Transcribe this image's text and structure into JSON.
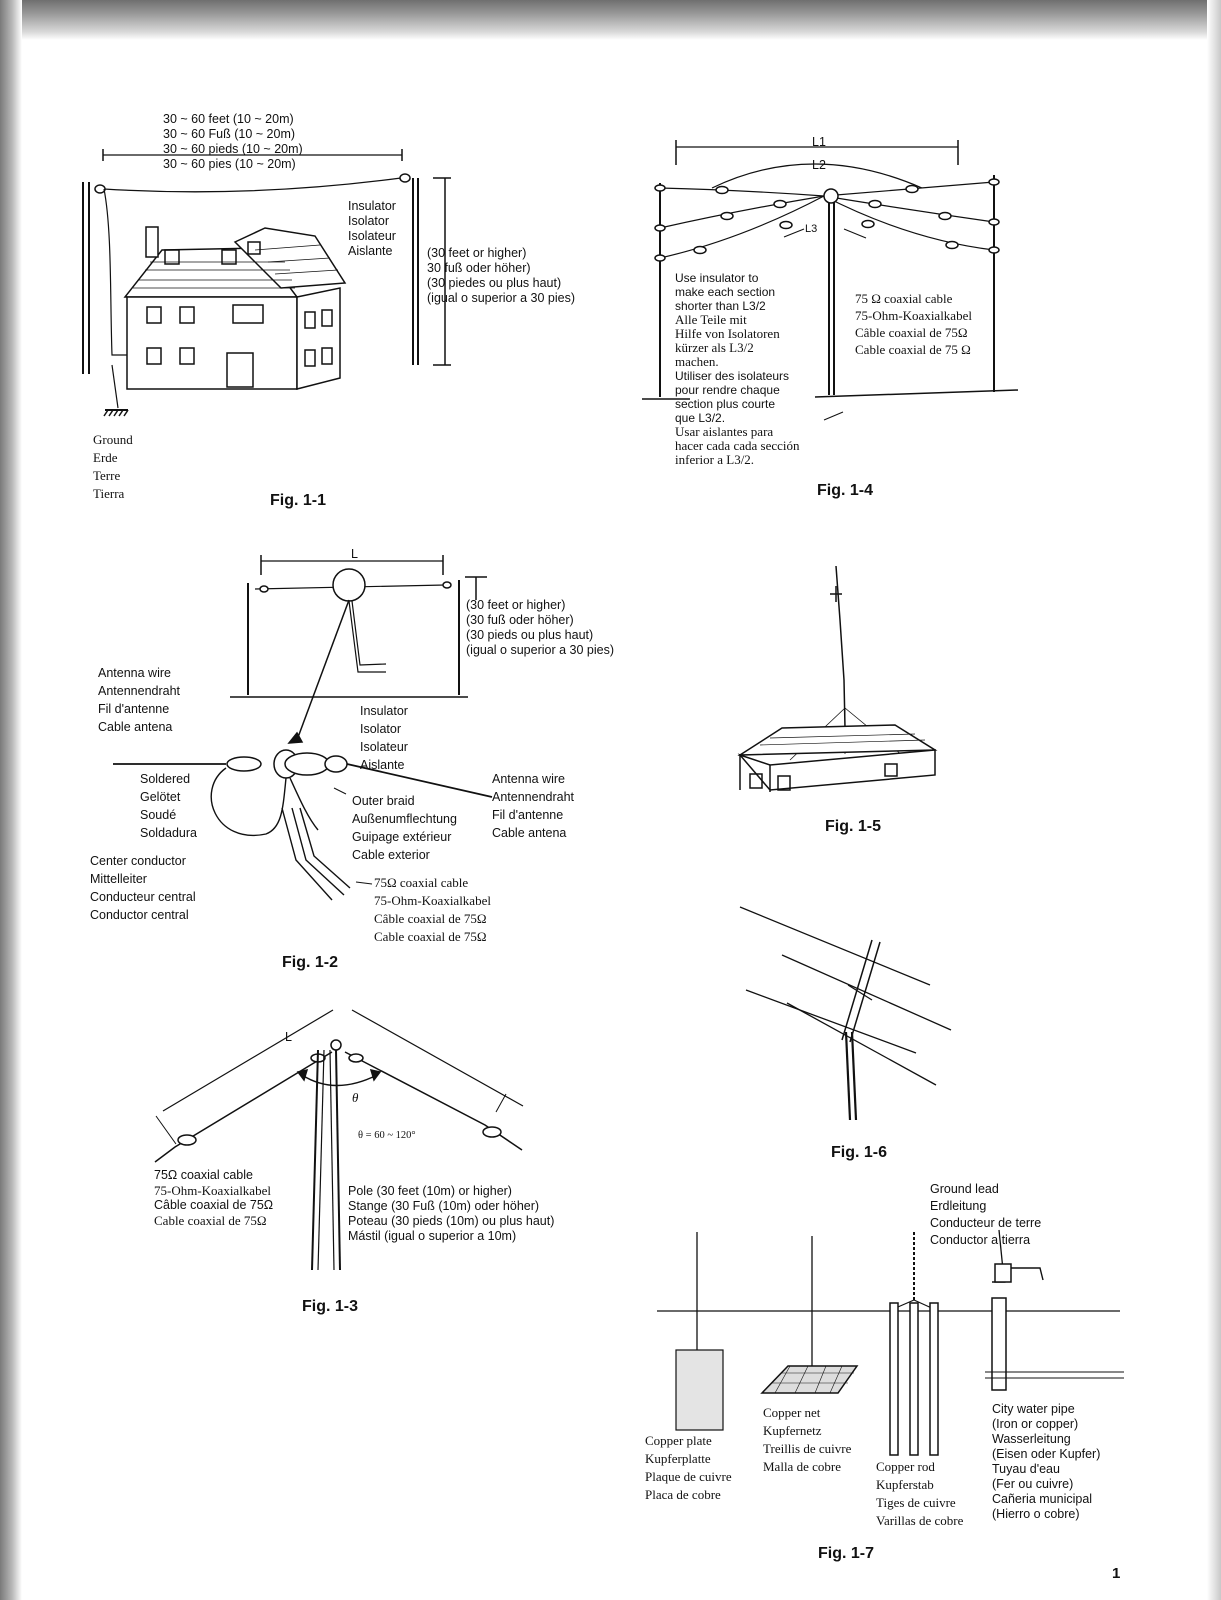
{
  "page_number": "1",
  "fig1_1": {
    "caption": "Fig. 1-1",
    "length": [
      "30 ~ 60 feet (10 ~ 20m)",
      "30 ~ 60 Fuß (10 ~ 20m)",
      "30 ~ 60 pieds (10 ~ 20m)",
      "30 ~ 60 pies (10 ~ 20m)"
    ],
    "insulator": [
      "Insulator",
      "Isolator",
      "Isolateur",
      "Aislante"
    ],
    "height": [
      "(30 feet or higher)",
      "30 fuß oder höher)",
      "(30 piedes ou plus haut)",
      "(igual o superior a 30 pies)"
    ],
    "ground": [
      "Ground",
      "Erde",
      "Terre",
      "Tierra"
    ]
  },
  "fig1_4": {
    "caption": "Fig. 1-4",
    "l1": "L1",
    "l2": "L2",
    "l3": "L3",
    "note": [
      "Use insulator to",
      "make each section",
      "shorter than L3/2",
      "Alle Teile mit",
      "Hilfe von Isolatoren",
      "kürzer als L3/2",
      "machen.",
      "Utiliser des isolateurs",
      "pour rendre chaque",
      "section plus courte",
      "que L3/2.",
      "Usar aislantes para",
      "hacer cada cada sección",
      "inferior a L3/2."
    ],
    "coax": [
      "75 Ω coaxial cable",
      "75-Ohm-Koaxialkabel",
      "Câble coaxial de 75Ω",
      "Cable coaxial de 75 Ω"
    ]
  },
  "fig1_2": {
    "caption": "Fig. 1-2",
    "l": "L",
    "height": [
      "(30 feet or higher)",
      "(30 fuß oder höher)",
      "(30 pieds ou plus haut)",
      "(igual o superior a 30 pies)"
    ],
    "antenna_wire_left": [
      "Antenna wire",
      "Antennendraht",
      "Fil d'antenne",
      "Cable antena"
    ],
    "insulator": [
      "Insulator",
      "Isolator",
      "Isolateur",
      "Aislante"
    ],
    "soldered": [
      "Soldered",
      "Gelötet",
      "Soudé",
      "Soldadura"
    ],
    "antenna_wire_right": [
      "Antenna wire",
      "Antennendraht",
      "Fil d'antenne",
      "Cable antena"
    ],
    "outer_braid": [
      "Outer braid",
      "Außenumflechtung",
      "Guipage extérieur",
      "Cable exterior"
    ],
    "center_conductor": [
      "Center conductor",
      "Mittelleiter",
      "Conducteur central",
      "Conductor central"
    ],
    "coax": [
      "75Ω coaxial cable",
      "75-Ohm-Koaxialkabel",
      "Câble coaxial de 75Ω",
      "Cable coaxial de 75Ω"
    ]
  },
  "fig1_5": {
    "caption": "Fig. 1-5"
  },
  "fig1_6": {
    "caption": "Fig. 1-6"
  },
  "fig1_3": {
    "caption": "Fig. 1-3",
    "l": "L",
    "theta": "θ",
    "angle": "θ = 60 ~ 120°",
    "coax": [
      "75Ω coaxial cable",
      "75-Ohm-Koaxialkabel",
      "Câble coaxial de 75Ω",
      "Cable coaxial de 75Ω"
    ],
    "pole": [
      "Pole (30 feet (10m) or higher)",
      "Stange (30 Fuß (10m) oder höher)",
      "Poteau (30 pieds (10m) ou plus haut)",
      "Mástil (igual o superior a 10m)"
    ]
  },
  "fig1_7": {
    "caption": "Fig. 1-7",
    "ground_lead": [
      "Ground lead",
      "Erdleitung",
      "Conducteur de terre",
      "Conductor a tierra"
    ],
    "copper_plate": [
      "Copper plate",
      "Kupferplatte",
      "Plaque de cuivre",
      "Placa de cobre"
    ],
    "copper_net": [
      "Copper net",
      "Kupfernetz",
      "Treillis de cuivre",
      "Malla de cobre"
    ],
    "copper_rod": [
      "Copper rod",
      "Kupferstab",
      "Tiges de cuivre",
      "Varillas de cobre"
    ],
    "water_pipe": [
      "City water pipe",
      "(Iron or copper)",
      "Wasserleitung",
      "(Eisen oder Kupfer)",
      "Tuyau d'eau",
      "(Fer ou cuivre)",
      "Cañeria municipal",
      "(Hierro o cobre)"
    ]
  }
}
